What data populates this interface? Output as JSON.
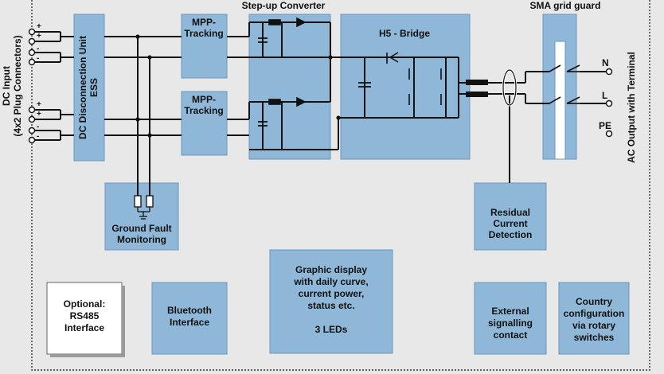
{
  "colors": {
    "background": "#e8e8e8",
    "block_fill": "#8fb8d8",
    "block_stroke": "#6a96bb",
    "line": "#111111",
    "frame": "#333333",
    "white_block": "#ffffff"
  },
  "labels": {
    "dc_input_line1": "DC Input",
    "dc_input_line2": "(4x2 Plug Connectors)",
    "dc_disconnect_line1": "DC Disconnection Unit",
    "dc_disconnect_line2": "ESS",
    "mpp_top_line1": "MPP-",
    "mpp_top_line2": "Tracking",
    "mpp_bottom_line1": "MPP-",
    "mpp_bottom_line2": "Tracking",
    "stepup_title": "Step-up Converter",
    "h5_title": "H5 - Bridge",
    "grid_guard_title": "SMA grid guard",
    "ac_output": "AC Output with Terminal",
    "terminal_n": "N",
    "terminal_l": "L",
    "terminal_pe": "PE",
    "ground_fault_line1": "Ground Fault",
    "ground_fault_line2": "Monitoring",
    "residual_line1": "Residual",
    "residual_line2": "Current",
    "residual_line3": "Detection",
    "display_line1": "Graphic display",
    "display_line2": "with daily curve,",
    "display_line3": "current power,",
    "display_line4": "status etc.",
    "display_line5": "3 LEDs",
    "rs485_line1": "Optional:",
    "rs485_line2": "RS485",
    "rs485_line3": "Interface",
    "bluetooth_line1": "Bluetooth",
    "bluetooth_line2": "Interface",
    "ext_signal_line1": "External",
    "ext_signal_line2": "signalling",
    "ext_signal_line3": "contact",
    "country_line1": "Country",
    "country_line2": "configuration",
    "country_line3": "via rotary",
    "country_line4": "switches",
    "plus": "+",
    "minus": "-"
  }
}
